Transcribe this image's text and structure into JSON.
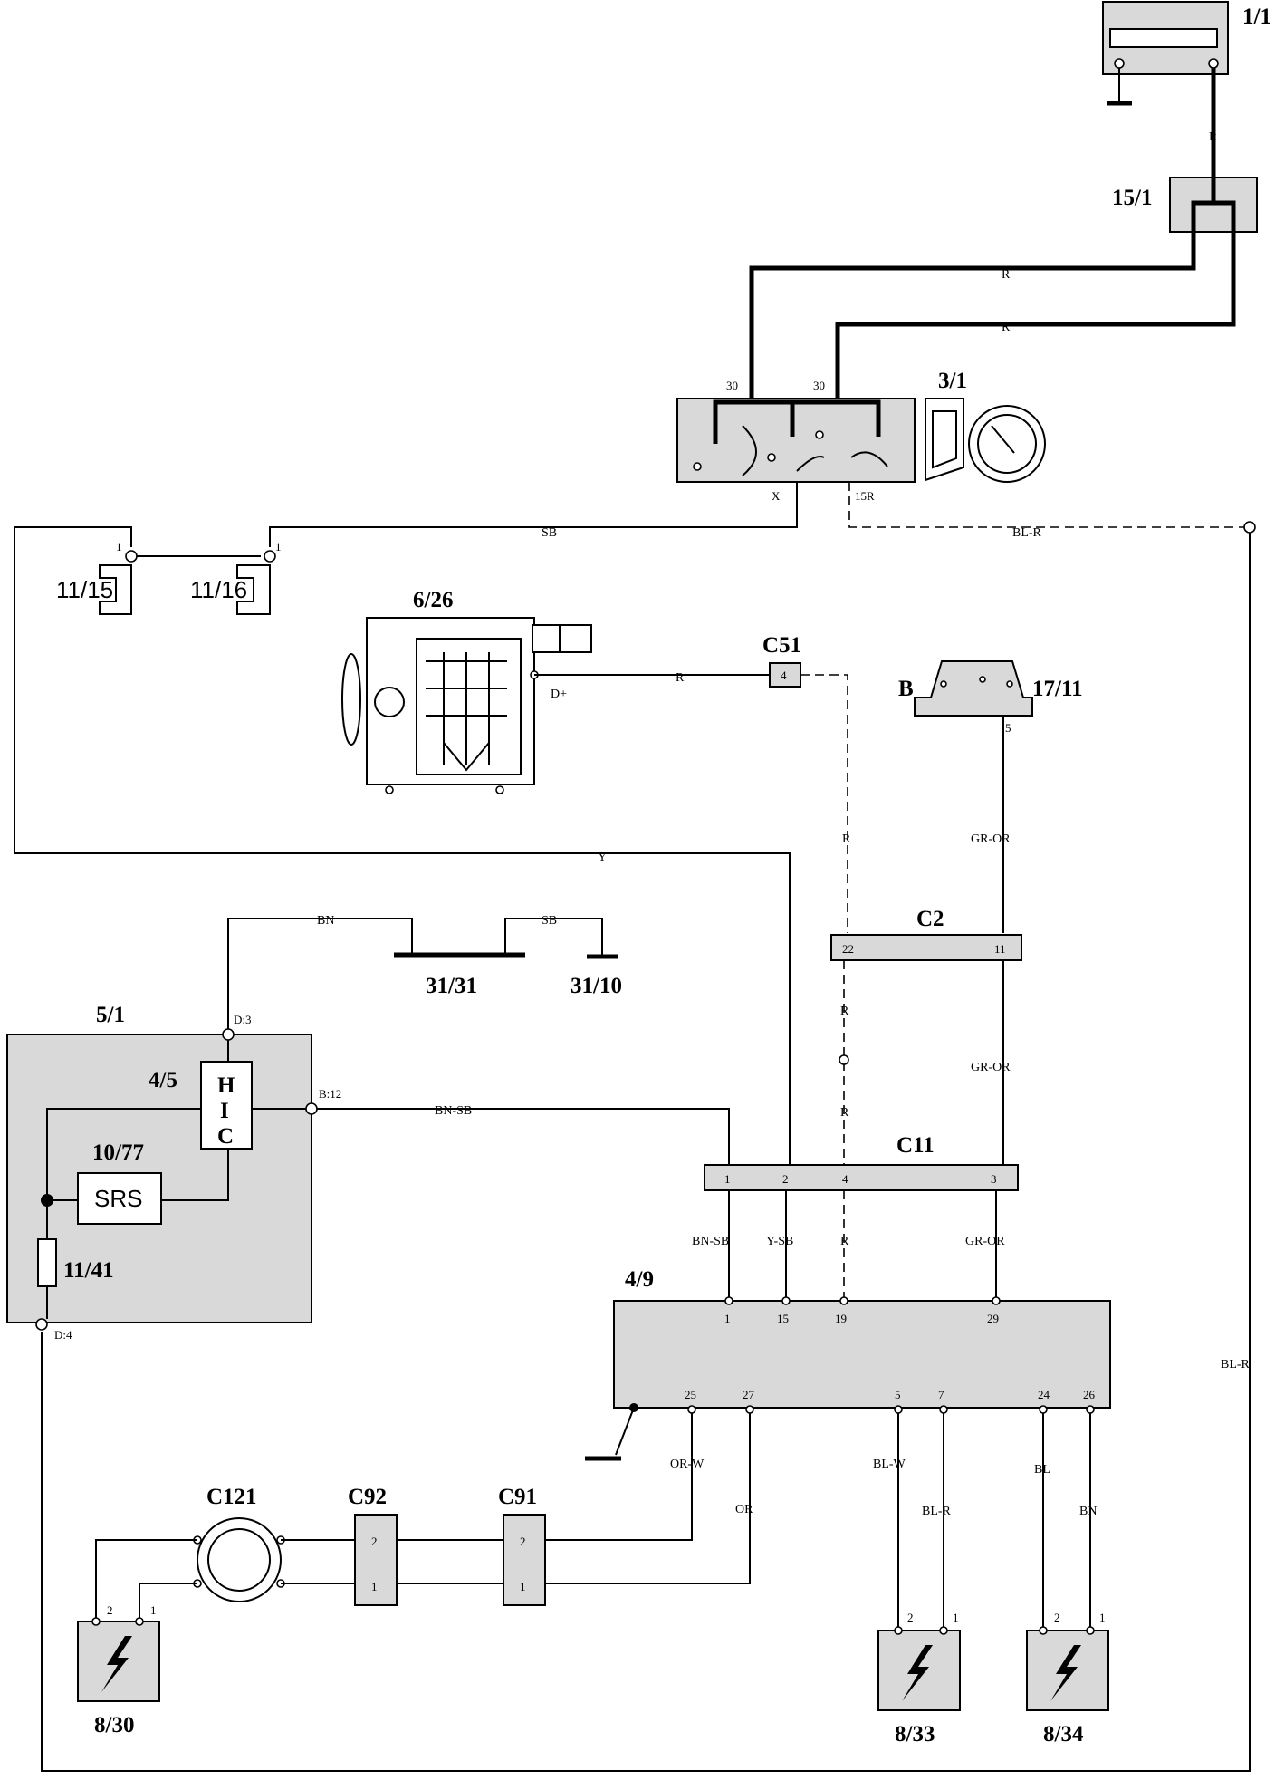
{
  "components": {
    "battery": "1/1",
    "fuse_box": "15/1",
    "ignition_switch": "3/1",
    "light_1115": "11/15",
    "light_1116": "11/16",
    "alternator": "6/26",
    "connector_c51": "C51",
    "connector_c51_pin": "4",
    "alternator_terminal": "D+",
    "relay_b": "B",
    "relay_1711": "17/11",
    "relay_pin": "5",
    "ground_3131": "31/31",
    "ground_3110": "31/10",
    "connector_c2": "C2",
    "c2_pin_left": "22",
    "c2_pin_right": "11",
    "module_51": "5/1",
    "module_45": "4/5",
    "hic": "H\nI\nC",
    "hic_h": "H",
    "hic_i": "I",
    "hic_c": "C",
    "srs_id": "10/77",
    "srs": "SRS",
    "fuse_1141": "11/41",
    "pin_d3": "D:3",
    "pin_b12": "B:12",
    "pin_d4": "D:4",
    "connector_c11": "C11",
    "c11_pins": [
      "1",
      "2",
      "4",
      "3"
    ],
    "module_49": "4/9",
    "m49_top_pins": [
      "1",
      "15",
      "19",
      "29"
    ],
    "m49_bottom_pins": [
      "25",
      "27",
      "5",
      "7",
      "24",
      "26"
    ],
    "connector_c121": "C121",
    "connector_c92": "C92",
    "connector_c91": "C91",
    "cpin_2": "2",
    "cpin_1": "1",
    "sensor_830": "8/30",
    "sensor_833": "8/33",
    "sensor_834": "8/34",
    "ign_30a": "30",
    "ign_30b": "30",
    "ign_x": "X",
    "ign_15r": "15R",
    "lamp_pin_1a": "1",
    "lamp_pin_1b": "1"
  },
  "wires": {
    "r": "R",
    "sb": "SB",
    "bl_r": "BL-R",
    "y": "Y",
    "bn": "BN",
    "bn_sb": "BN-SB",
    "gr_or": "GR-OR",
    "y_sb": "Y-SB",
    "or_w": "OR-W",
    "or": "OR",
    "bl_w": "BL-W",
    "bl": "BL"
  },
  "colors": {
    "ink": "#000000",
    "shade": "#d9d9d9",
    "paper": "#ffffff"
  }
}
